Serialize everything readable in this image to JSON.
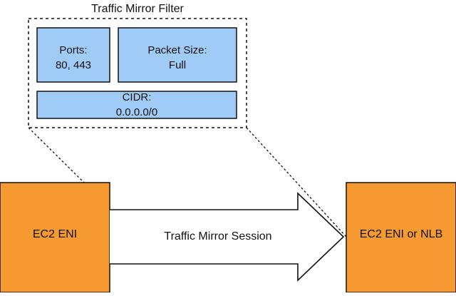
{
  "diagram": {
    "filter": {
      "title": "Traffic Mirror Filter",
      "ports": "Ports:\n80, 443",
      "packet_size": "Packet Size:\nFull",
      "cidr": "CIDR:\n0.0.0.0/0"
    },
    "source": {
      "label": "EC2 ENI"
    },
    "destination": {
      "label": "EC2 ENI or NLB"
    },
    "session": {
      "label": "Traffic Mirror Session"
    }
  },
  "colors": {
    "filter_box_fill": "#9fcbf6",
    "eni_fill": "#f79a31",
    "stroke": "#111111",
    "background": "#ffffff"
  }
}
